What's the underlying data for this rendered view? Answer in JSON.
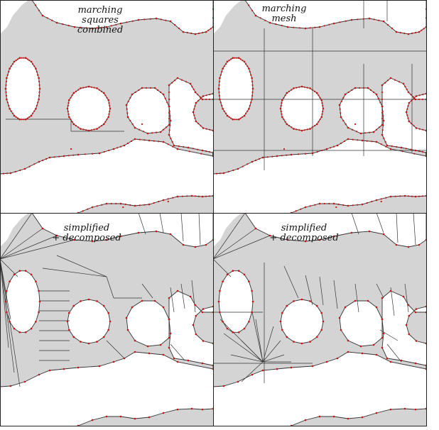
{
  "figure": {
    "colors": {
      "fill": "#d4d4d4",
      "edge": "#333333",
      "vertex": "#cc1111",
      "frame": "#222222",
      "background": "#ffffff"
    },
    "panels": [
      {
        "id": "marching-squares-combined",
        "label": "marching\nsquares\ncombined",
        "variant": "combined"
      },
      {
        "id": "marching-mesh",
        "label": "marching\nmesh",
        "variant": "mesh"
      },
      {
        "id": "simplified-decomposed-left",
        "label": "simplified\n+ decomposed",
        "variant": "decomp-a"
      },
      {
        "id": "simplified-decomposed-right",
        "label": "simplified\n+ decomposed",
        "variant": "decomp-b"
      }
    ]
  }
}
